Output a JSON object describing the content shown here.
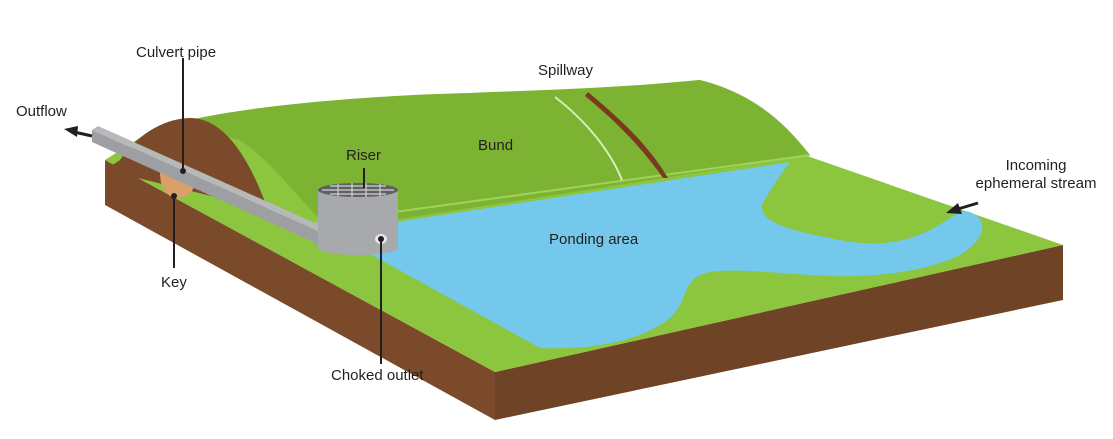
{
  "labels": {
    "culvert_pipe": "Culvert pipe",
    "outflow": "Outflow",
    "spillway": "Spillway",
    "riser": "Riser",
    "bund": "Bund",
    "incoming_line1": "Incoming",
    "incoming_line2": "ephemeral stream",
    "ponding_area": "Ponding area",
    "key": "Key",
    "choked_outlet": "Choked outlet"
  },
  "colors": {
    "grass": "#8cc63f",
    "grass_dark": "#7cb332",
    "soil": "#7b4a2a",
    "soil_dark": "#6a3f22",
    "water": "#73c8ec",
    "pipe": "#9d9fa2",
    "riser": "#a7a9ac",
    "key_fill": "#d9a06a",
    "spillway_crack": "#7b3a1f",
    "ink": "#231f20"
  }
}
